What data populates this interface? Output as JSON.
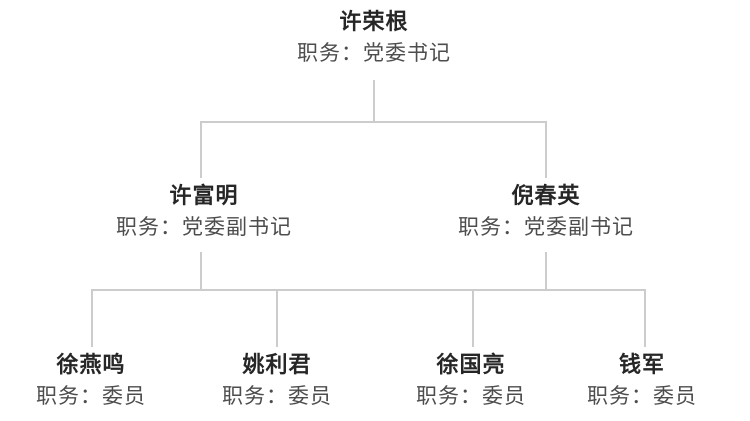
{
  "org_chart": {
    "root": {
      "name": "许荣根",
      "title": "职务：党委书记",
      "children": [
        {
          "name": "许富明",
          "title": "职务：党委副书记",
          "children": [
            {
              "name": "徐燕鸣",
              "title": "职务：委员"
            },
            {
              "name": "姚利君",
              "title": "职务：委员"
            }
          ]
        },
        {
          "name": "倪春英",
          "title": "职务：党委副书记",
          "children": [
            {
              "name": "徐国亮",
              "title": "职务：委员"
            },
            {
              "name": "钱军",
              "title": "职务：委员"
            }
          ]
        }
      ]
    },
    "colors": {
      "line": "#cccccc",
      "name_text": "#262626",
      "title_text": "#4d4d4d",
      "background": "#ffffff"
    }
  }
}
